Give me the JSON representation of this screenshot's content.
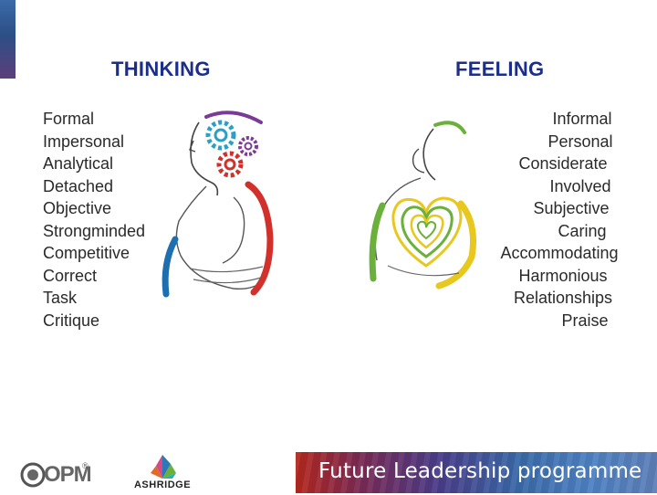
{
  "thinking": {
    "heading": "THINKING",
    "items": [
      "Formal",
      "Impersonal",
      "Analytical",
      "Detached",
      "Objective",
      "Strongminded",
      "Competitive",
      "Correct",
      "Task",
      "Critique"
    ]
  },
  "feeling": {
    "heading": "FEELING",
    "items": [
      "Informal",
      "Personal",
      "Considerate",
      "Involved",
      "Subjective",
      "Caring",
      "Accommodating",
      "Harmonious",
      "Relationships",
      "Praise"
    ]
  },
  "footer": {
    "opm_logo": "OPM",
    "opm_registered": "®",
    "ashridge_logo": "ASHRIDGE",
    "banner": "Future Leadership programme"
  },
  "colors": {
    "heading": "#1b2f8a",
    "thinking_red": "#d2302a",
    "thinking_blue": "#1e6fb0",
    "thinking_purple": "#7b3a97",
    "thinking_teal": "#2aa0c8",
    "feeling_green": "#6ab03b",
    "feeling_yellow": "#e8c81e"
  }
}
